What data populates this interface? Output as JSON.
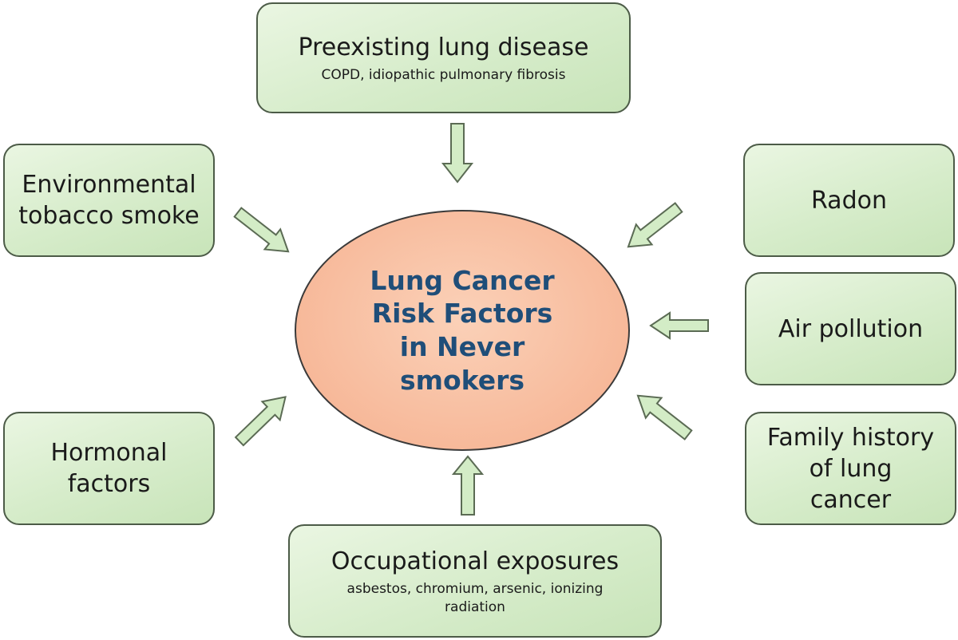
{
  "center": {
    "title": "Lung Cancer\nRisk Factors\nin Never\nsmokers"
  },
  "factors": {
    "preexisting": {
      "title": "Preexisting lung disease",
      "subtitle": "COPD, idiopathic pulmonary fibrosis"
    },
    "tobacco": {
      "title": "Environmental\ntobacco smoke"
    },
    "radon": {
      "title": "Radon"
    },
    "air_pollution": {
      "title": "Air pollution"
    },
    "hormonal": {
      "title": "Hormonal\nfactors"
    },
    "family_history": {
      "title": "Family history\nof lung\ncancer"
    },
    "occupational": {
      "title": "Occupational exposures",
      "subtitle": "asbestos, chromium, arsenic, ionizing\nradiation"
    }
  }
}
